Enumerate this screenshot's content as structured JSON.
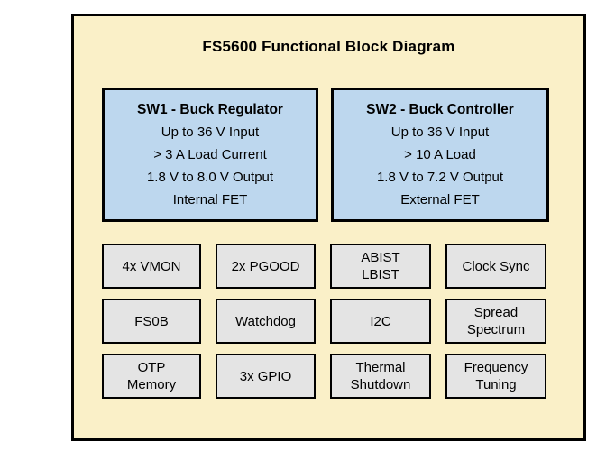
{
  "diagram": {
    "title": "FS5600 Functional Block Diagram"
  },
  "colors": {
    "panel_fill": "#faf0c8",
    "regulator_fill": "#bdd7ee",
    "feature_fill": "#e4e4e4",
    "border": "#000000",
    "page_background": "#ffffff"
  },
  "regulators": [
    {
      "title": "SW1 - Buck Regulator",
      "lines": [
        "Up to 36 V Input",
        "> 3 A Load Current",
        "1.8 V to 8.0 V Output",
        "Internal FET"
      ]
    },
    {
      "title": "SW2 - Buck Controller",
      "lines": [
        "Up to 36 V Input",
        "> 10 A Load",
        "1.8 V to 7.2 V Output",
        "External FET"
      ]
    }
  ],
  "features": [
    "4x VMON",
    "2x PGOOD",
    "ABIST\nLBIST",
    "Clock Sync",
    "FS0B",
    "Watchdog",
    "I2C",
    "Spread\nSpectrum",
    "OTP\nMemory",
    "3x GPIO",
    "Thermal\nShutdown",
    "Frequency\nTuning"
  ]
}
